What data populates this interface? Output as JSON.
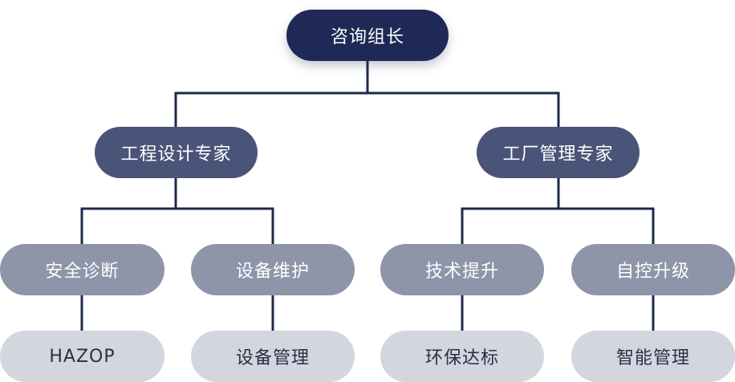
{
  "root": {
    "label": "咨询组长"
  },
  "experts": [
    {
      "label": "工程设计专家"
    },
    {
      "label": "工厂管理专家"
    }
  ],
  "areas": [
    {
      "label": "安全诊断"
    },
    {
      "label": "设备维护"
    },
    {
      "label": "技术提升"
    },
    {
      "label": "自控升级"
    }
  ],
  "tasks": [
    {
      "label": "HAZOP"
    },
    {
      "label": "设备管理"
    },
    {
      "label": "环保达标"
    },
    {
      "label": "智能管理"
    }
  ],
  "colors": {
    "root": "#1e2a55",
    "expert": "#4a5478",
    "area": "#8f95a9",
    "task": "#d4d6df",
    "connector": "#1e2a4a"
  }
}
